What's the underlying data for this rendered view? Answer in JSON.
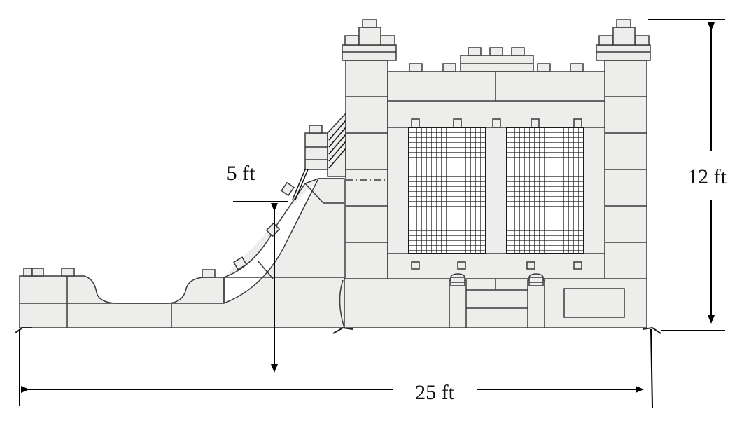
{
  "dimensions": {
    "slide_height": "5 ft",
    "total_height": "12 ft",
    "total_length": "25 ft"
  },
  "colors": {
    "fill": "#ededeb",
    "stroke": "#3a3a3a",
    "net": "#1a1a1a",
    "arrow": "#000000",
    "background": "#ffffff"
  }
}
